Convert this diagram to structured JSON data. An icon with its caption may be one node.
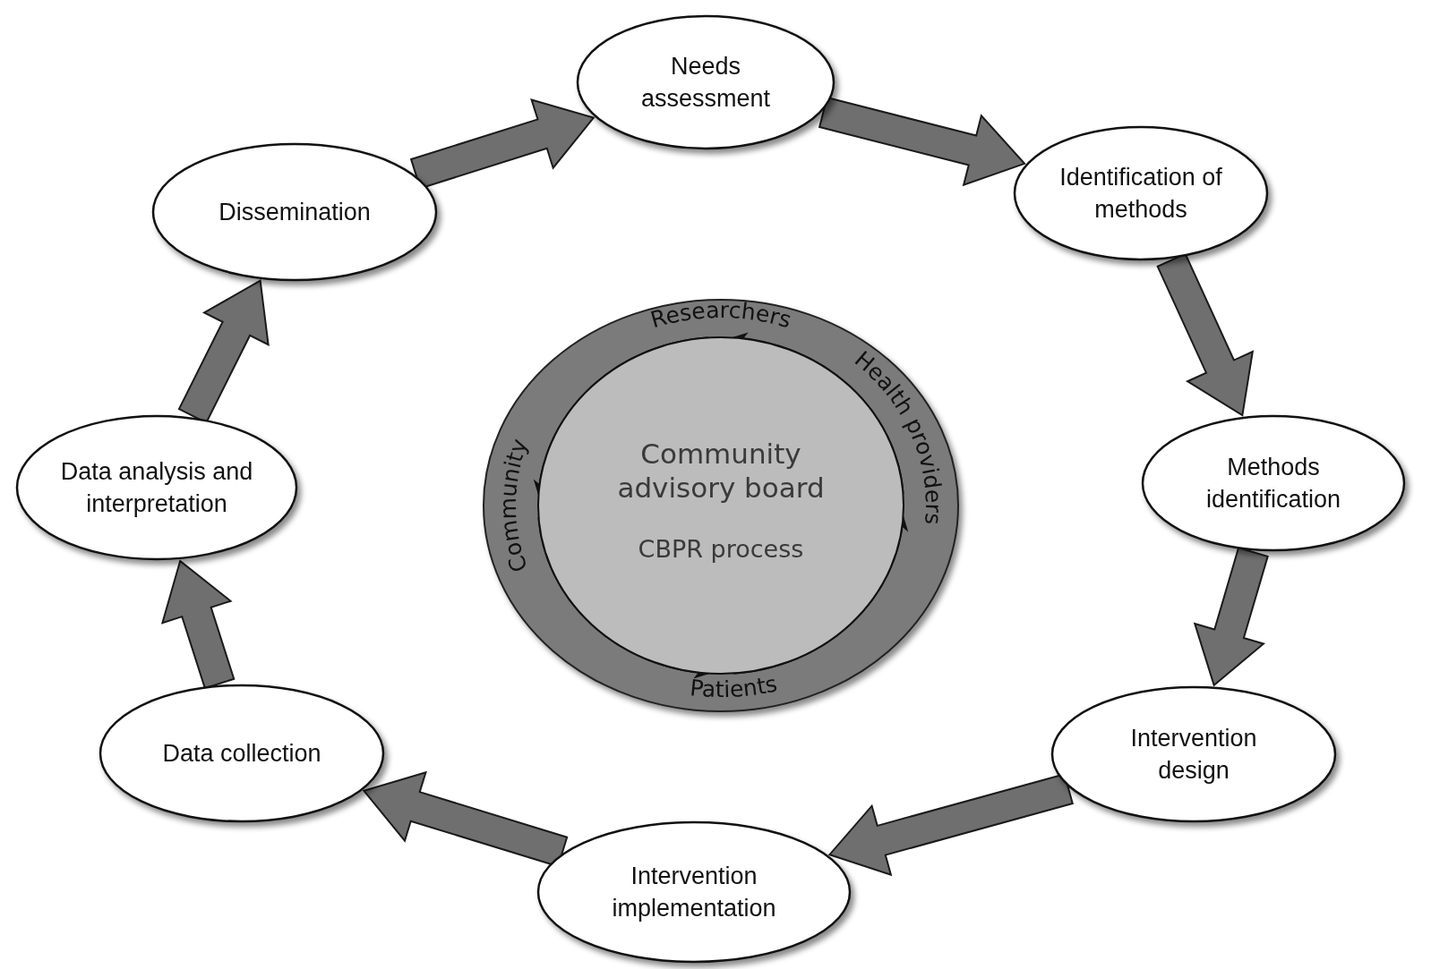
{
  "diagram": {
    "nodes": [
      {
        "text": [
          "Needs assessment"
        ]
      },
      {
        "text": [
          "Identification of methods"
        ]
      },
      {
        "text": [
          "Methods identification"
        ]
      },
      {
        "text": [
          "Intervention design"
        ]
      },
      {
        "text": [
          "Intervention implementation"
        ]
      },
      {
        "text": [
          "Data collection"
        ]
      },
      {
        "text": [
          "Data analysis and interpretation"
        ]
      },
      {
        "text": [
          "Dissemination"
        ]
      },
      {
        "text": [],
        "shape": "circle"
      },
      {
        "text": [
          "Community advisory board",
          "CBPR process"
        ],
        "in": 8
      },
      {
        "text": [
          "Researchers"
        ],
        "in": 8
      },
      {
        "text": [
          "Health providers"
        ],
        "in": 8
      },
      {
        "text": [
          "Patients"
        ],
        "in": 8
      },
      {
        "text": [
          "Community"
        ],
        "in": 8
      }
    ],
    "edges": [
      {
        "from": 0,
        "to": 1,
        "arrow": "to",
        "style": "thick"
      },
      {
        "from": 1,
        "to": 2,
        "arrow": "to",
        "style": "thick"
      },
      {
        "from": 2,
        "to": 3,
        "arrow": "to",
        "style": "thick"
      },
      {
        "from": 3,
        "to": 4,
        "arrow": "to",
        "style": "thick"
      },
      {
        "from": 4,
        "to": 5,
        "arrow": "to",
        "style": "thick"
      },
      {
        "from": 5,
        "to": 6,
        "arrow": "to",
        "style": "thick"
      },
      {
        "from": 6,
        "to": 7,
        "arrow": "to",
        "style": "thick"
      },
      {
        "from": 7,
        "to": 0,
        "arrow": "to",
        "style": "thick"
      },
      {
        "from": 10,
        "to": 13,
        "arrow": "to",
        "color": "#111111"
      },
      {
        "from": 13,
        "to": 12,
        "arrow": "to",
        "color": "#111111"
      },
      {
        "from": 12,
        "to": 11,
        "arrow": "to",
        "color": "#111111"
      },
      {
        "from": 11,
        "to": 10,
        "arrow": "to",
        "color": "#111111"
      }
    ]
  }
}
